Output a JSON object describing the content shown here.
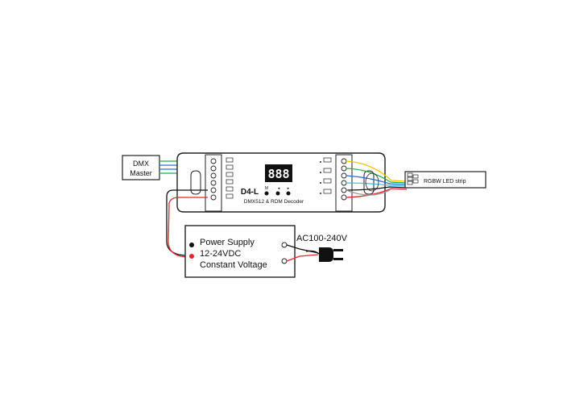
{
  "dmx_master": {
    "line1": "DMX",
    "line2": "Master"
  },
  "decoder": {
    "display": "888",
    "model": "D4-L",
    "subtitle": "DMX512 & RDM Decoder",
    "button_m": "M"
  },
  "power_supply": {
    "line1": "Power Supply",
    "line2": "12-24VDC",
    "line3": "Constant Voltage"
  },
  "ac_input": "AC100-240V",
  "led_strip": "RGBW LED strip",
  "wire_colors": {
    "red": "#e3262b",
    "black": "#111111",
    "green": "#2fa84f",
    "blue": "#2a6fd6",
    "yellow": "#f2c400",
    "cyan": "#3cb7e6",
    "white_stroke": "#9a9a9a"
  }
}
